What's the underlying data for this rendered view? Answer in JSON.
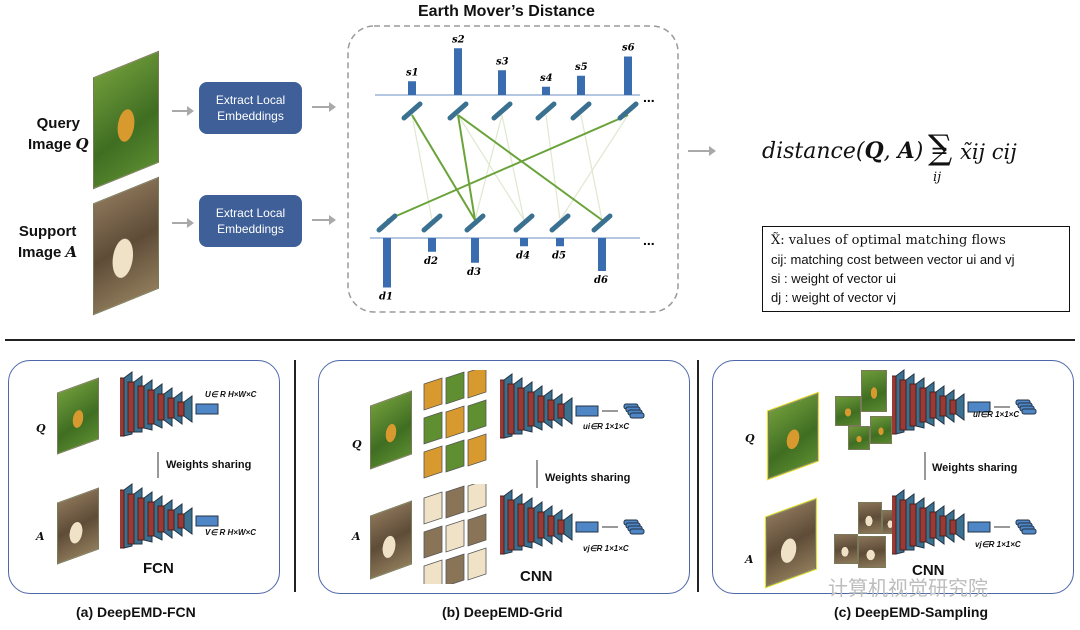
{
  "top": {
    "emd_title": "Earth Mover’s Distance",
    "query_label_line1": "Query",
    "query_label_line2": "Image ",
    "query_symbol": "Q",
    "support_label_line1": "Support",
    "support_label_line2": "Image ",
    "support_symbol": "A",
    "extract_button_1": "Extract Local Embeddings",
    "extract_button_2": "Extract Local Embeddings",
    "s_labels": [
      "s1",
      "s2",
      "s3",
      "s4",
      "s5",
      "s6"
    ],
    "d_labels": [
      "d1",
      "d2",
      "d3",
      "d4",
      "d5",
      "d6"
    ],
    "s_weights": [
      0.25,
      0.85,
      0.45,
      0.15,
      0.35,
      0.7
    ],
    "d_weights": [
      0.9,
      0.25,
      0.45,
      0.15,
      0.15,
      0.6
    ],
    "ellipsis": "...",
    "formula": "distance(Q, A) = Σ x̃ij cij",
    "formula_lhs": "distance(",
    "formula_Q": "Q",
    "formula_comma": ", ",
    "formula_A": "A",
    "formula_rhs": ") = ",
    "formula_sum": "∑",
    "formula_sub": "ij",
    "formula_term": "x̃ij cij",
    "legend": [
      "X̃: values of optimal matching flows",
      "cij: matching cost between vector ui and vj",
      "si : weight of vector ui",
      "dj : weight of vector vj"
    ]
  },
  "panels": {
    "fcn": {
      "caption": "(a) DeepEMD-FCN",
      "q": "Q",
      "a": "A",
      "weights": "Weights sharing",
      "u_label": "U∈ R H×W×C",
      "v_label": "V∈ R H×W×C",
      "net": "FCN"
    },
    "grid": {
      "caption": "(b) DeepEMD-Grid",
      "q": "Q",
      "a": "A",
      "weights": "Weights sharing",
      "u_label": "ui∈R 1×1×C",
      "v_label": "vj∈R 1×1×C",
      "net": "CNN"
    },
    "sampling": {
      "caption": "(c) DeepEMD-Sampling",
      "q": "Q",
      "a": "A",
      "weights": "Weights sharing",
      "u_label": "ui∈R 1×1×C",
      "v_label": "vj∈R 1×1×C",
      "net": "CNN"
    }
  },
  "watermark": "计算机视觉研究院",
  "colors": {
    "button": "#3e5f97",
    "bar": "#3a6db0",
    "flow": "#6aa33a",
    "panel_border": "#4d66a8",
    "red_layer": "#9b3a34",
    "teal_layer": "#3b7190"
  }
}
